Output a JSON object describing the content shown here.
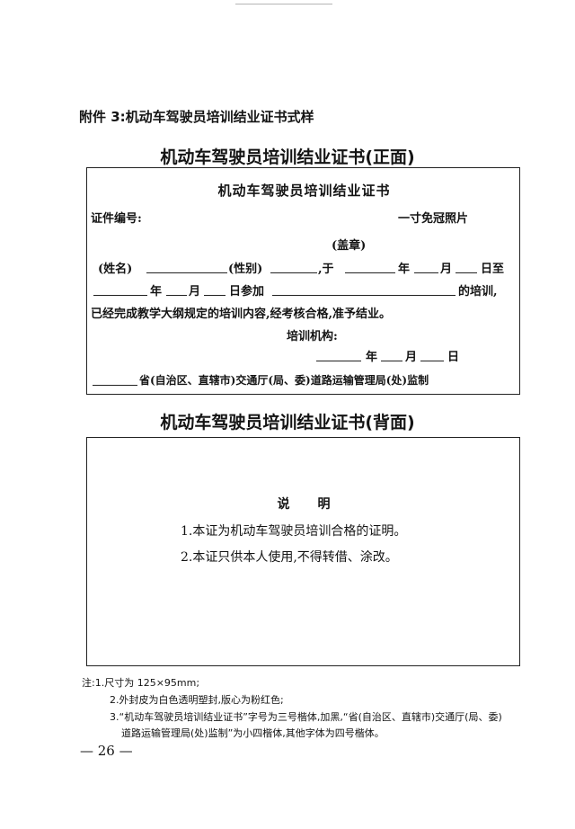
{
  "attachment_heading": "附件 3:机动车驾驶员培训结业证书式样",
  "front": {
    "title": "机动车驾驶员培训结业证书(正面)",
    "inner_title": "机动车驾驶员培训结业证书",
    "cert_no_label": "证件编号:",
    "photo_label": "一寸免冠照片",
    "seal_label": "(盖章)",
    "line1": {
      "name": "(姓名)",
      "gender": "(性别)",
      "from": ",于",
      "year": "年",
      "month": "月",
      "day_to": "日至"
    },
    "line2": {
      "year": "年",
      "month": "月",
      "day_attend": "日参加",
      "training": "的培训,"
    },
    "line3": "已经完成教学大纲规定的培训内容,经考核合格,准予结业。",
    "institution_label": "培训机构:",
    "date": {
      "year": "年",
      "month": "月",
      "day": "日"
    },
    "supervision": "省(自治区、直辖市)交通厅(局、委)道路运输管理局(处)监制"
  },
  "back": {
    "title": "机动车驾驶员培训结业证书(背面)",
    "explain_title": "说　　明",
    "items": [
      "1.本证为机动车驾驶员培训合格的证明。",
      "2.本证只供本人使用,不得转借、涂改。"
    ]
  },
  "notes": [
    "注:1.尺寸为 125×95mm;",
    "2.外封皮为白色透明塑封,版心为粉红色;",
    "3.“机动车驾驶员培训结业证书”字号为三号楷体,加黑,“省(自治区、直辖市)交通厅(局、委)",
    "道路运输管理局(处)监制”为小四楷体,其他字体为四号楷体。"
  ],
  "page_number": "— 26 —"
}
